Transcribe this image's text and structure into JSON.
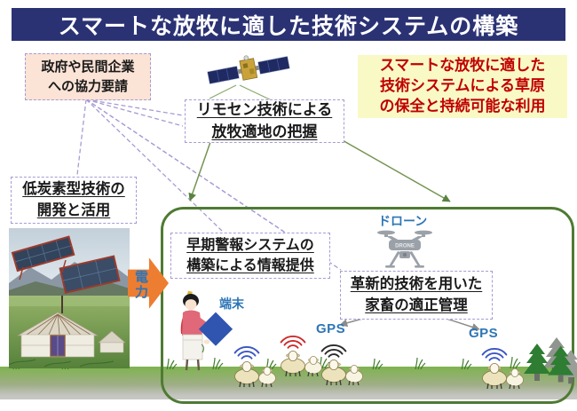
{
  "title": "スマートな放牧に適した技術システムの構築",
  "cooperation_box": {
    "lines": [
      "政府や民間企業",
      "への協力要請"
    ]
  },
  "goal_box": {
    "lines": [
      "スマートな放牧に適した",
      "技術システムによる草原",
      "の保全と持続可能な利用"
    ]
  },
  "remote_sensing_box": {
    "lines": [
      "リモセン技術による",
      "放牧適地の把握"
    ]
  },
  "low_carbon_box": {
    "lines": [
      "低炭素型技術の",
      "開発と活用"
    ]
  },
  "early_warning_box": {
    "lines": [
      "早期警報システムの",
      "構築による情報提供"
    ]
  },
  "livestock_box": {
    "lines": [
      "革新的技術を用いた",
      "家畜の適正管理"
    ]
  },
  "labels": {
    "drone": "ドローン",
    "terminal": "端末",
    "gps_center": "GPS",
    "gps_right": "GPS",
    "power": "電力",
    "drone_body_text": "DRONE"
  },
  "icons": {
    "satellite": "satellite-icon",
    "drone": "drone-icon",
    "herder": "herder-with-tablet-icon",
    "sheep": "sheep-flock-with-signal-icon",
    "trees": "pine-trees-icon",
    "photo": "solar-panels-and-yurt-photo",
    "power_arrow": "power-flow-arrow-icon"
  },
  "colors": {
    "banner_bg": "#2b3274",
    "banner_text": "#ffffff",
    "goal_bg": "#f9f9c6",
    "goal_text": "#c00000",
    "cooperation_bg": "#fbe3d6",
    "dashed_border": "#a79bd4",
    "green_frame": "#4e7b33",
    "power_arrow": "#ed7d31",
    "label_blue": "#2e75b6"
  }
}
